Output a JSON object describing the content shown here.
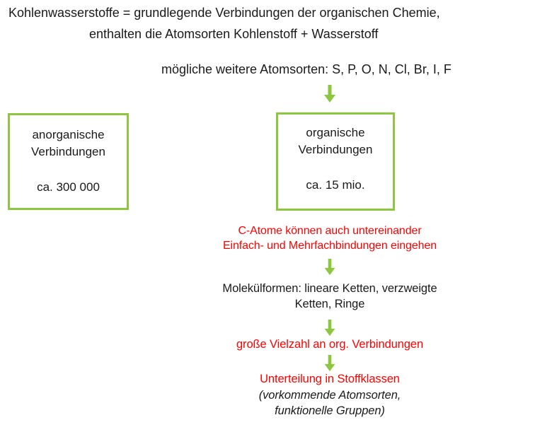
{
  "header": {
    "line1": "Kohlenwasserstoffe  = grundlegende Verbindungen der organischen Chemie,",
    "line2": "enthalten die Atomsorten Kohlenstoff + Wasserstoff",
    "line3": "mögliche weitere Atomsorten: S, P, O, N, Cl, Br, I, F"
  },
  "boxes": {
    "inorganic": {
      "title": "anorganische\nVerbindungen",
      "count": "ca. 300 000"
    },
    "organic": {
      "title": "organische\nVerbindungen",
      "count": "ca. 15 mio."
    }
  },
  "flow": {
    "step1": "C-Atome können auch untereinander\nEinfach- und Mehrfachbindungen  eingehen",
    "step2": "Molekülformen: lineare Ketten, verzweigte\nKetten, Ringe",
    "step3": "große Vielzahl an org. Verbindungen",
    "step4": "Unterteilung in Stoffklassen",
    "step4_note": "(vorkommende Atomsorten,\nfunktionelle Gruppen)"
  },
  "colors": {
    "box_border": "#8dc63f",
    "arrow": "#8dc63f",
    "accent_text": "#ff0000",
    "body_text": "#1a1a1a",
    "background": "#ffffff"
  },
  "icons": {
    "arrow_down": "arrow-down-icon"
  }
}
